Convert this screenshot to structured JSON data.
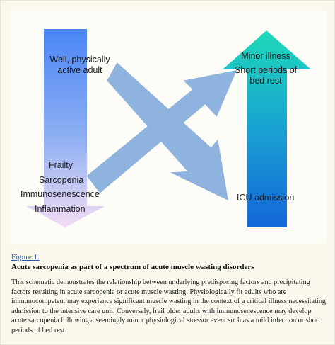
{
  "figure": {
    "labels": {
      "well_adult": "Well, physically\nactive adult",
      "frailty": "Frailty",
      "sarcopenia": "Sarcopenia",
      "immunosenescence": "Immunosenescence",
      "inflammation": "Inflammation",
      "minor_illness": "Minor illness",
      "short_periods": "Short periods of\nbed rest",
      "icu_admission": "ICU admission"
    },
    "colors": {
      "down_arrow_top": "#4b86f5",
      "down_arrow_bottom": "#f2dcf3",
      "up_arrow_top": "#1ed9b8",
      "up_arrow_bottom": "#1466d9",
      "cross_arrows": "#8eb3de"
    }
  },
  "caption": {
    "link_text": "Figure 1.",
    "title": "Acute sarcopenia as part of a spectrum of acute muscle wasting disorders",
    "description": "This schematic demonstrates the relationship between underlying predisposing factors and precipitating factors resulting in acute sarcopenia or acute muscle wasting. Physiologically fit adults who are immunocompetent may experience significant muscle wasting in the context of a critical illness necessitating admission to the intensive care unit. Conversely, frail older adults with immunosenescence may develop acute sarcopenia following a seemingly minor physiological stressor event such as a mild infection or short periods of bed rest."
  }
}
